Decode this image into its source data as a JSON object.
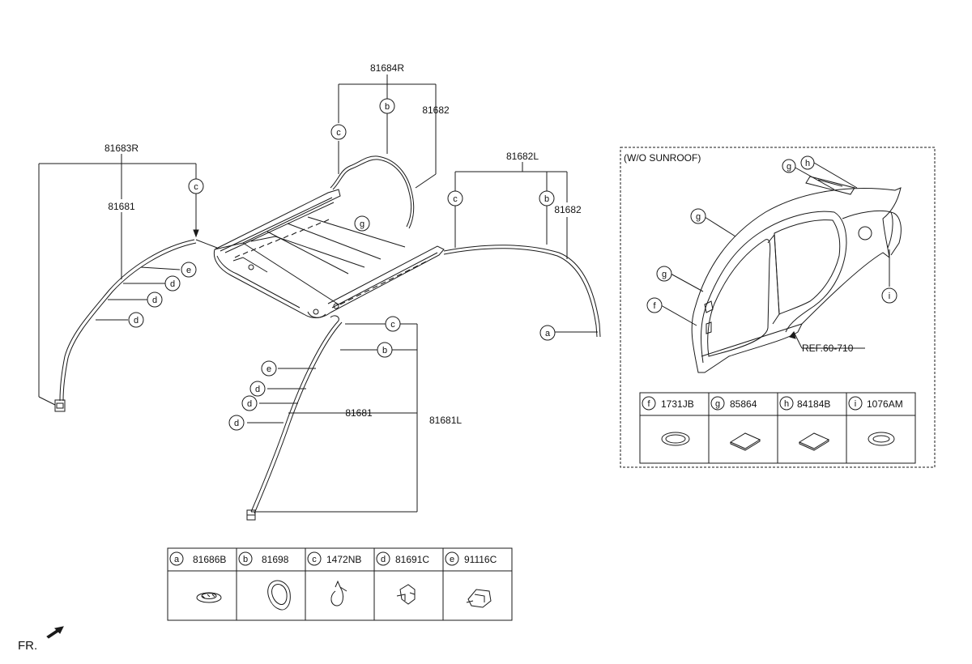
{
  "labels": {
    "p81684R": "81684R",
    "p81682_top": "81682",
    "p81683R": "81683R",
    "p81681_left": "81681",
    "p81682L": "81682L",
    "p81682_right": "81682",
    "p81681_bottom": "81681",
    "p81681L": "81681L",
    "wo_sunroof": "(W/O SUNROOF)",
    "ref": "REF.60-710",
    "fr": "FR."
  },
  "callout_letters": {
    "a": "a",
    "b": "b",
    "c": "c",
    "d": "d",
    "e": "e",
    "f": "f",
    "g": "g",
    "h": "h",
    "i": "i"
  },
  "parts_table_main": [
    {
      "letter": "a",
      "part": "81686B",
      "icon": "grommet-icon"
    },
    {
      "letter": "b",
      "part": "81698",
      "icon": "oval-grommet-icon"
    },
    {
      "letter": "c",
      "part": "1472NB",
      "icon": "hose-clamp-icon"
    },
    {
      "letter": "d",
      "part": "81691C",
      "icon": "clip-icon"
    },
    {
      "letter": "e",
      "part": "91116C",
      "icon": "bracket-clip-icon"
    }
  ],
  "parts_table_inset": [
    {
      "letter": "f",
      "part": "1731JB",
      "icon": "plug-icon"
    },
    {
      "letter": "g",
      "part": "85864",
      "icon": "pad-icon"
    },
    {
      "letter": "h",
      "part": "84184B",
      "icon": "pad-icon"
    },
    {
      "letter": "i",
      "part": "1076AM",
      "icon": "plug-icon"
    }
  ],
  "colors": {
    "line": "#1a1a1a",
    "background": "#ffffff"
  }
}
